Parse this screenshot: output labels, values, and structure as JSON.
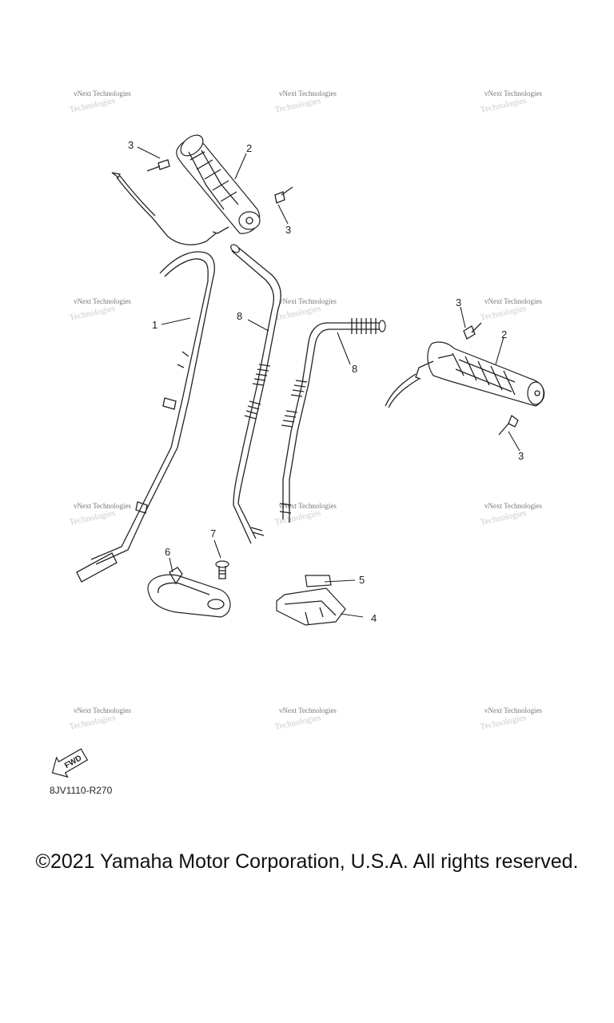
{
  "diagram": {
    "callouts": [
      "1",
      "2",
      "3",
      "4",
      "5",
      "6",
      "7",
      "8"
    ],
    "watermark": "vNext Technologies",
    "fwd_label": "FWD",
    "drawing_code": "8JV1110-R270"
  },
  "footer": {
    "copyright": "©2021 Yamaha Motor Corporation, U.S.A. All rights reserved."
  }
}
